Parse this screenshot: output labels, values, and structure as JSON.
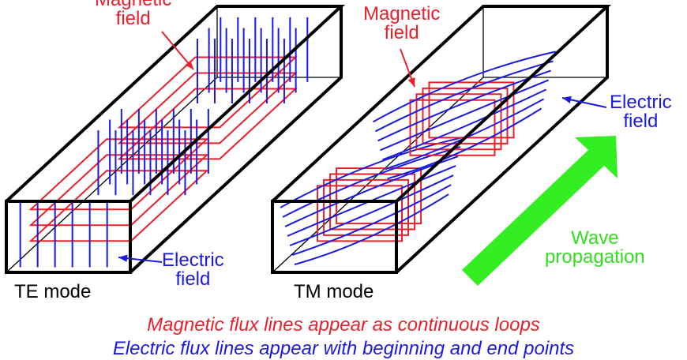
{
  "te_panel": {
    "magnetic_label_line1": "Magnetic",
    "magnetic_label_line2": "field",
    "electric_label_line1": "Electric",
    "electric_label_line2": "field",
    "mode_label": "TE mode"
  },
  "tm_panel": {
    "magnetic_label_line1": "Magnetic",
    "magnetic_label_line2": "field",
    "electric_label_line1": "Electric",
    "electric_label_line2": "field",
    "mode_label": "TM mode"
  },
  "propagation": {
    "line1": "Wave",
    "line2": "propagation"
  },
  "captions": {
    "magnetic": "Magnetic flux lines appear as continuous loops",
    "electric": "Electric flux lines appear with beginning and end points"
  },
  "colors": {
    "magnetic": "#e8202a",
    "electric": "#1a1ae0",
    "propagation": "#33ee22",
    "waveguide": "#000000"
  }
}
